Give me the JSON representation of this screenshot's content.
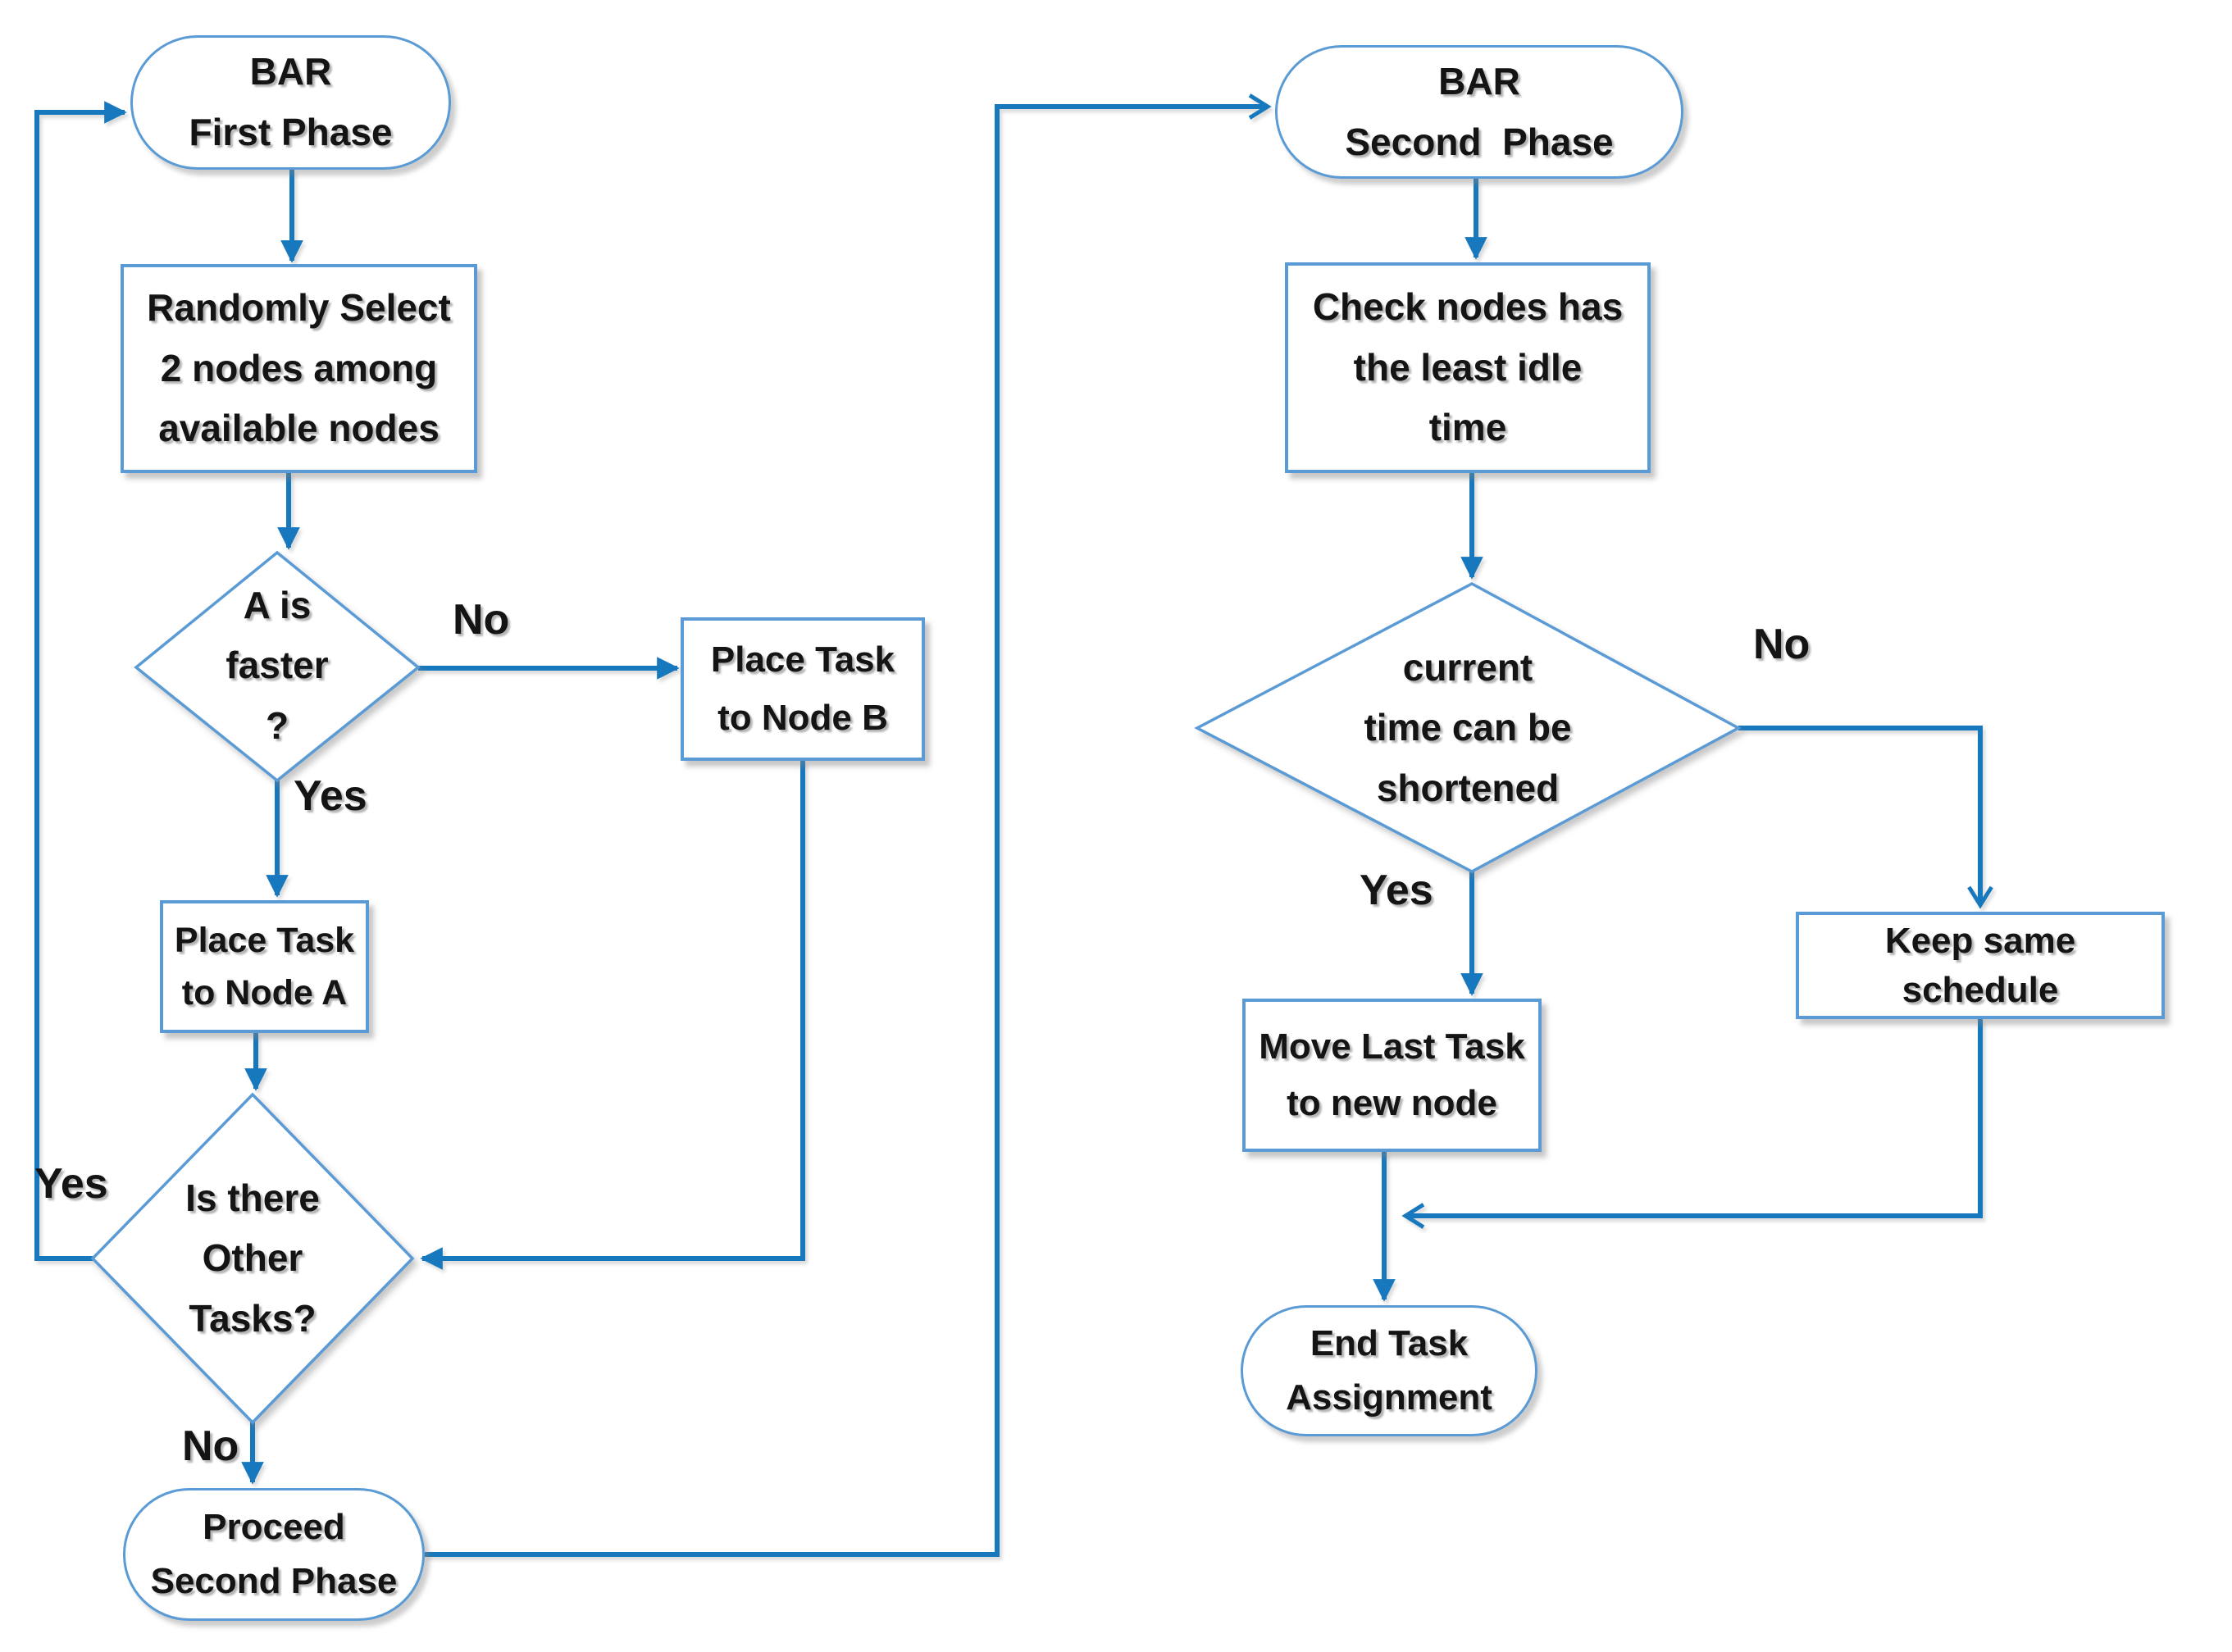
{
  "diagram": {
    "title": "BAR task assignment flowchart",
    "colors": {
      "connector": "#1878BE",
      "shape_border": "#5B9BD5",
      "text": "#141414",
      "background": "#FFFFFF"
    },
    "nodes": {
      "bar_first_phase": {
        "shape": "stadium",
        "label": "BAR\nFirst Phase"
      },
      "randomly_select": {
        "shape": "rect",
        "label": "Randomly Select\n2 nodes among\navailable nodes"
      },
      "a_is_faster": {
        "shape": "diamond",
        "label": "A is\nfaster\n?"
      },
      "place_task_node_b": {
        "shape": "rect",
        "label": "Place Task\nto Node B"
      },
      "place_task_node_a": {
        "shape": "rect",
        "label": "Place Task\nto Node A"
      },
      "is_there_other_tasks": {
        "shape": "diamond",
        "label": "Is there\nOther\nTasks?"
      },
      "proceed_second_phase": {
        "shape": "stadium",
        "label": "Proceed\nSecond Phase"
      },
      "bar_second_phase": {
        "shape": "stadium",
        "label": "BAR\nSecond  Phase"
      },
      "check_nodes_least_idle": {
        "shape": "rect",
        "label": "Check nodes has\nthe least idle\ntime"
      },
      "current_time_shortened": {
        "shape": "diamond",
        "label": "current\ntime can be\nshortened"
      },
      "move_last_task": {
        "shape": "rect",
        "label": "Move Last Task\nto new node"
      },
      "keep_same_schedule": {
        "shape": "rect",
        "label": "Keep same\nschedule"
      },
      "end_task_assignment": {
        "shape": "stadium",
        "label": "End Task\nAssignment"
      }
    },
    "edge_labels": {
      "a_faster_no": "No",
      "a_faster_yes": "Yes",
      "other_tasks_yes": "Yes",
      "other_tasks_no": "No",
      "shortened_no": "No",
      "shortened_yes": "Yes"
    }
  }
}
